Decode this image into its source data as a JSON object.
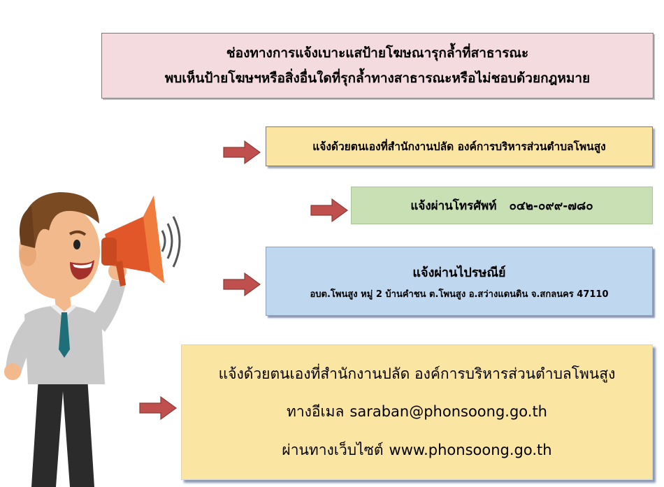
{
  "header": {
    "line1": "ช่องทางการแจ้งเบาะแสป้ายโฆษณารุกล้ำที่สาธารณะ",
    "line2": "พบเห็นป้ายโฆษฯหรือสิ่งอื่นใดที่รุกล้ำทางสาธารณะหรือไม่ชอบด้วยกฎหมาย"
  },
  "channels": {
    "office": "แจ้งด้วยตนเองที่สำนักงานปลัด องค์การบริหารส่วนตำบลโพนสูง",
    "phone": {
      "label": "แจ้งผ่านโทรศัพท์",
      "number": "๐๔๒-๐๙๙-๗๘๐"
    },
    "post": {
      "title": "แจ้งผ่านไปรษณีย์",
      "address": "อบต.โพนสูง หมู่ 2 บ้านคำชน ต.โพนสูง อ.สว่างแดนดิน จ.สกลนคร 47110"
    },
    "online": {
      "title": "แจ้งด้วยตนเองที่สำนักงานปลัด องค์การบริหารส่วนตำบลโพนสูง",
      "email_label": "ทางอีเมล",
      "email": "saraban@phonsoong.go.th",
      "web_label": "ผ่านทางเว็บไซต์",
      "web": "www.phonsoong.go.th"
    }
  },
  "colors": {
    "arrow": "#c0504d",
    "header_bg": "#f3dbe0",
    "yellow_bg": "#fbe5a3",
    "green_bg": "#c9e0b4",
    "blue_bg": "#bfd7ef"
  }
}
